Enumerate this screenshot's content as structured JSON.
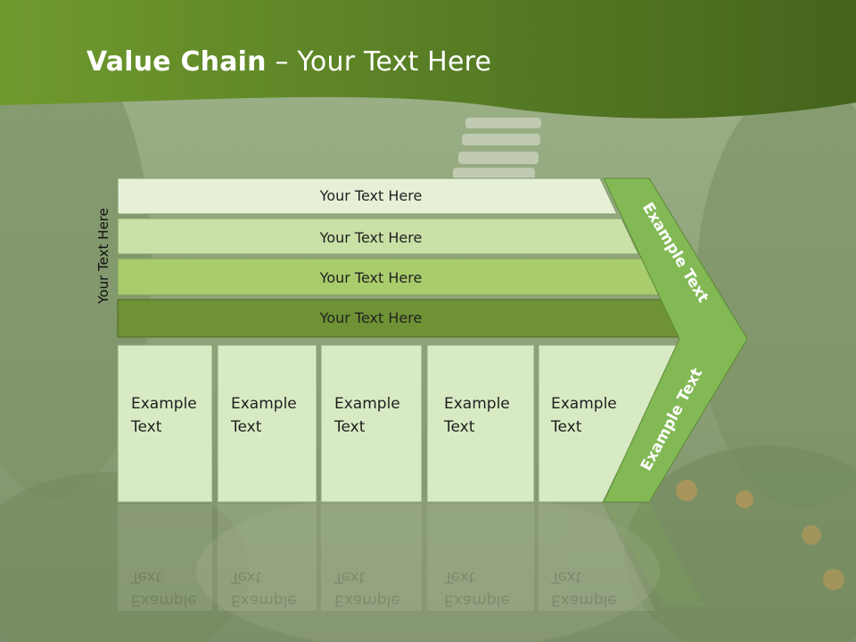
{
  "slide": {
    "title_bold": "Value Chain",
    "title_rest": " – Your Text Here",
    "side_label": "Your Text Here"
  },
  "bars": [
    {
      "label": "Your Text Here",
      "fill": "#e6f0d7"
    },
    {
      "label": "Your Text Here",
      "fill": "#c9e0a6"
    },
    {
      "label": "Your Text Here",
      "fill": "#a9cc6c"
    },
    {
      "label": "Your Text Here",
      "fill": "#6e9234"
    }
  ],
  "cells": [
    {
      "label": "Example\nText"
    },
    {
      "label": "Example\nText"
    },
    {
      "label": "Example\nText"
    },
    {
      "label": "Example\nText"
    },
    {
      "label": "Example\nText"
    }
  ],
  "chevron": {
    "top_label": "Example Text",
    "bottom_label": "Example Text",
    "fill": "#82b955"
  },
  "colors": {
    "header_dark": "#45641c",
    "header_light": "#6f9a2e",
    "cell_fill": "#d8eac4"
  }
}
